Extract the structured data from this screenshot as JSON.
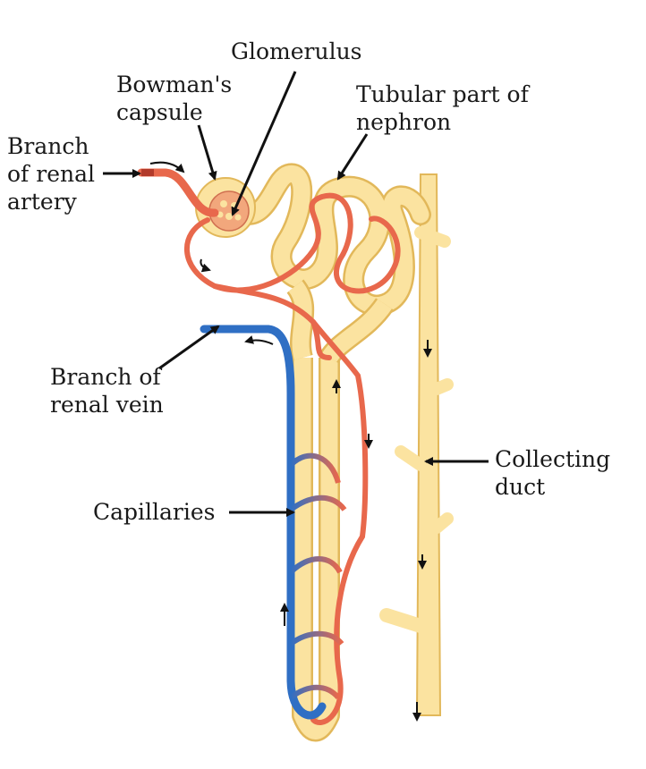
{
  "labels": {
    "glomerulus": "Glomerulus",
    "bowmans_capsule": "Bowman's\ncapsule",
    "tubular_part": "Tubular part of\nnephron",
    "renal_artery": "Branch\nof renal\nartery",
    "renal_vein": "Branch of\nrenal vein",
    "capillaries": "Capillaries",
    "collecting_duct": "Collecting\nduct"
  },
  "colors": {
    "tubule": "#fbe3a0",
    "tubule_outline": "#e2b85a",
    "artery": "#e8684c",
    "vein": "#2f6fc4",
    "arrow": "#111111"
  }
}
